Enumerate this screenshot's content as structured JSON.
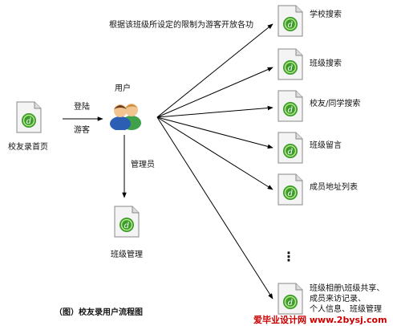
{
  "colors": {
    "doc_green": "#3a9c2a",
    "arrow": "#000000",
    "watermark": "#cc0000"
  },
  "nodes": {
    "home": "校友录首页",
    "user": "用户",
    "admin_node": "班级管理",
    "school_search": "学校搜索",
    "class_search": "班级搜索",
    "alumni_search": "校友/同学搜索",
    "class_message": "班级留言",
    "member_address": "成员地址列表",
    "class_album_line1": "班级相册\\班级共享、",
    "class_album_line2": "成员来访记录、",
    "class_album_line3": "个人信息、班级管理"
  },
  "edges": {
    "login": "登陆",
    "guest": "游客",
    "admin_role": "管理员",
    "limit_note": "根据该班级所设定的限制为游客开放各功",
    "ellipsis": "⋮"
  },
  "caption": "（图）校友录用户流程图",
  "watermark": "爱毕业设计网 www.2bysj.com"
}
